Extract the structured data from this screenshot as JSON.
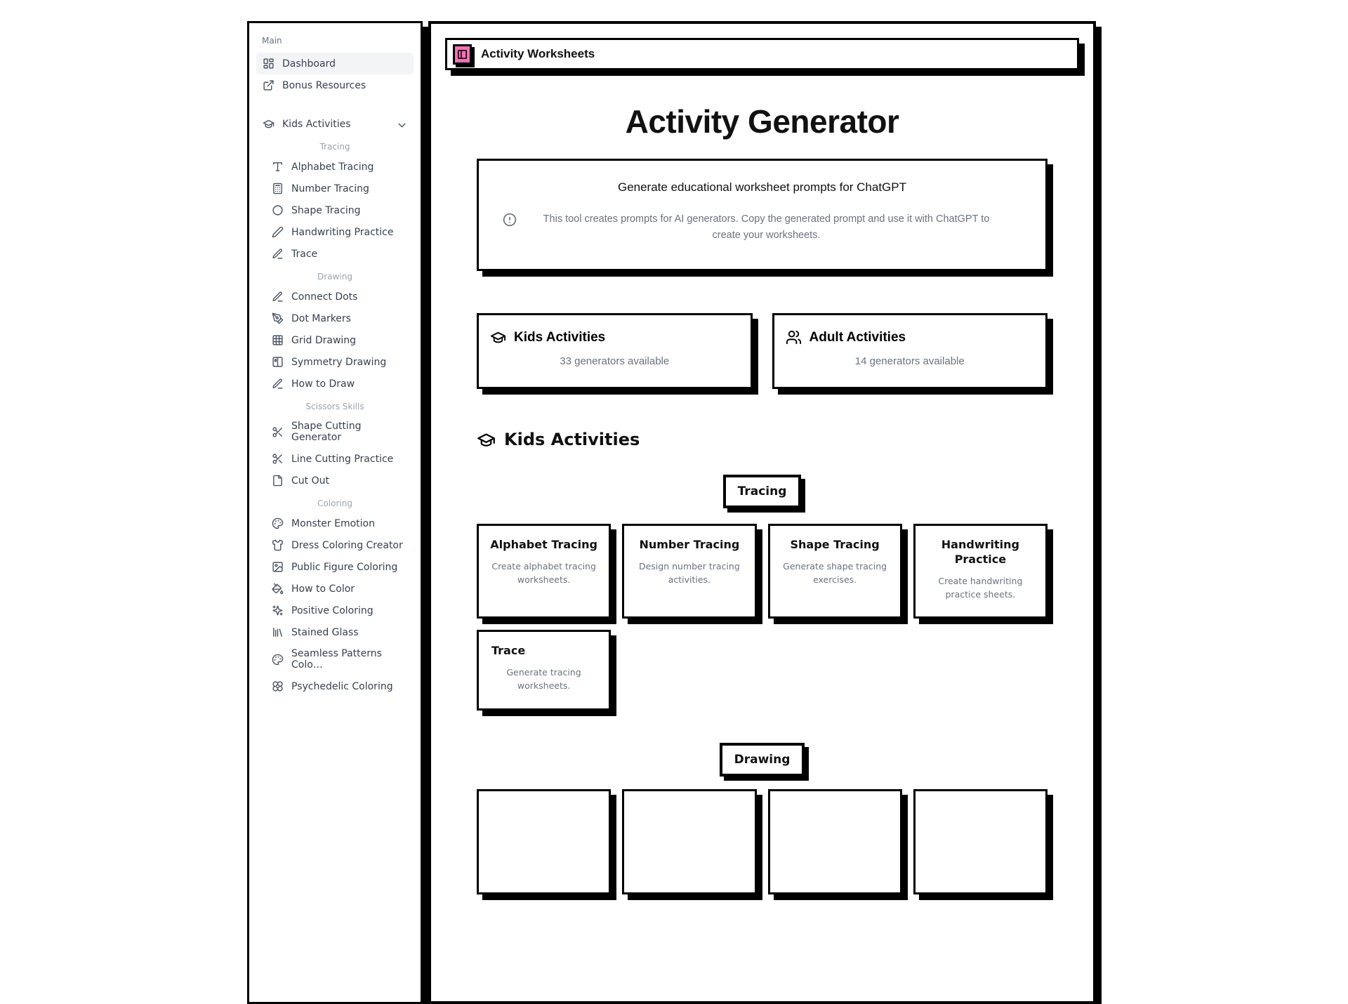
{
  "sidebar": {
    "main_label": "Main",
    "dashboard": "Dashboard",
    "bonus": "Bonus Resources",
    "group": "Kids Activities",
    "sections": [
      {
        "label": "Tracing",
        "items": [
          {
            "label": "Alphabet Tracing"
          },
          {
            "label": "Number Tracing"
          },
          {
            "label": "Shape Tracing"
          },
          {
            "label": "Handwriting Practice"
          },
          {
            "label": "Trace"
          }
        ]
      },
      {
        "label": "Drawing",
        "items": [
          {
            "label": "Connect Dots"
          },
          {
            "label": "Dot Markers"
          },
          {
            "label": "Grid Drawing"
          },
          {
            "label": "Symmetry Drawing"
          },
          {
            "label": "How to Draw"
          }
        ]
      },
      {
        "label": "Scissors Skills",
        "items": [
          {
            "label": "Shape Cutting Generator"
          },
          {
            "label": "Line Cutting Practice"
          },
          {
            "label": "Cut Out"
          }
        ]
      },
      {
        "label": "Coloring",
        "items": [
          {
            "label": "Monster Emotion"
          },
          {
            "label": "Dress Coloring Creator"
          },
          {
            "label": "Public Figure Coloring"
          },
          {
            "label": "How to Color"
          },
          {
            "label": "Positive Coloring"
          },
          {
            "label": "Stained Glass"
          },
          {
            "label": "Seamless Patterns Colo…"
          },
          {
            "label": "Psychedelic Coloring"
          }
        ]
      }
    ]
  },
  "header": {
    "title": "Activity Worksheets",
    "icon_color": "#f472b6"
  },
  "main": {
    "page_title": "Activity Generator",
    "intro": {
      "heading": "Generate educational worksheet prompts for ChatGPT",
      "note": "This tool creates prompts for AI generators. Copy the generated prompt and use it with ChatGPT to create your worksheets."
    },
    "categories": [
      {
        "title": "Kids Activities",
        "subtitle": "33 generators available"
      },
      {
        "title": "Adult Activities",
        "subtitle": "14 generators available"
      }
    ],
    "section_title": "Kids Activities",
    "badge_tracing": "Tracing",
    "badge_drawing": "Drawing",
    "tracing_cards": [
      {
        "title": "Alphabet Tracing",
        "desc": "Create alphabet tracing worksheets."
      },
      {
        "title": "Number Tracing",
        "desc": "Design number tracing activities."
      },
      {
        "title": "Shape Tracing",
        "desc": "Generate shape tracing exercises."
      },
      {
        "title": "Handwriting Practice",
        "desc": "Create handwriting practice sheets."
      },
      {
        "title": "Trace",
        "desc": "Generate tracing worksheets."
      }
    ]
  }
}
